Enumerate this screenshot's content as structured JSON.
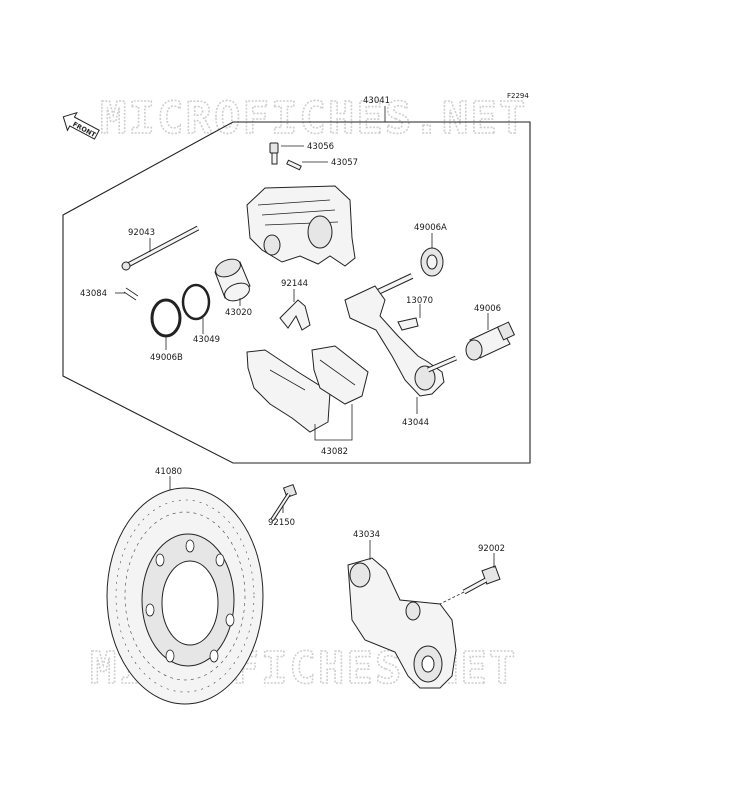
{
  "watermark": {
    "text": "MICROFICHES.NET"
  },
  "figure_code": "F2294",
  "front_marker": {
    "text": "FRONT"
  },
  "parts": {
    "p43041": "43041",
    "p43056": "43056",
    "p43057": "43057",
    "p92043": "92043",
    "p43084": "43084",
    "p49006B": "49006B",
    "p43049": "43049",
    "p43020": "43020",
    "p92144": "92144",
    "p49006A": "49006A",
    "p13070": "13070",
    "p49006": "49006",
    "p43044": "43044",
    "p43082": "43082",
    "p41080": "41080",
    "p92150": "92150",
    "p43034": "43034",
    "p92002": "92002"
  }
}
